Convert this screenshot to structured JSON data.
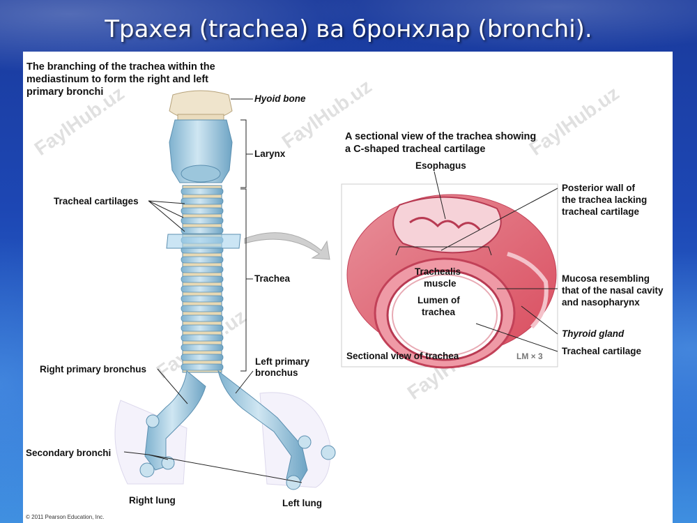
{
  "slide": {
    "title": "Трахея (trachea) ва бронхлар (bronchi)."
  },
  "figure": {
    "left_caption": [
      "The branching of the trachea within the",
      "mediastinum to form the right and left",
      "primary bronchi"
    ],
    "right_caption": [
      "A sectional view of the trachea showing",
      "a C-shaped tracheal cartilage"
    ],
    "labels": {
      "hyoid_bone": "Hyoid bone",
      "larynx": "Larynx",
      "tracheal_cartilages": "Tracheal cartilages",
      "trachea": "Trachea",
      "left_primary_bronchus": [
        "Left primary",
        "bronchus"
      ],
      "right_primary_bronchus": "Right primary bronchus",
      "secondary_bronchi": "Secondary bronchi",
      "right_lung": "Right lung",
      "left_lung": "Left lung",
      "esophagus": "Esophagus",
      "posterior_wall": [
        "Posterior wall of",
        "the trachea lacking",
        "tracheal cartilage"
      ],
      "trachealis_muscle": [
        "Trachealis",
        "muscle"
      ],
      "lumen": [
        "Lumen of",
        "trachea"
      ],
      "mucosa": [
        "Mucosa resembling",
        "that of the nasal cavity",
        "and nasopharynx"
      ],
      "thyroid_gland": "Thyroid gland",
      "tracheal_cartilage": "Tracheal cartilage",
      "sectional_view": "Sectional view of trachea",
      "magnification": "LM × 3",
      "copyright": "© 2011 Pearson Education, Inc."
    },
    "watermark": "FaylHub.uz"
  }
}
